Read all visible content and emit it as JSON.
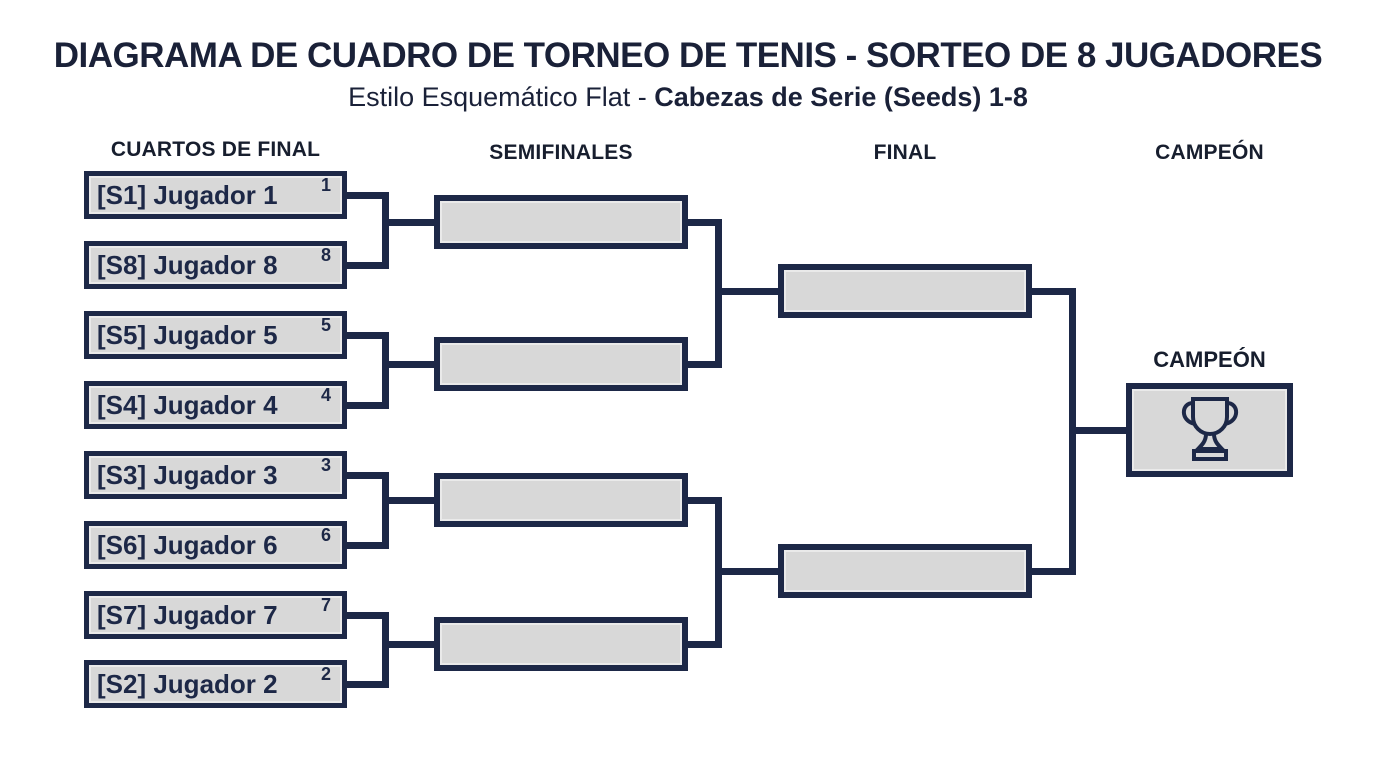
{
  "title": "DIAGRAMA DE CUADRO DE TORNEO DE TENIS - SORTEO DE 8 JUGADORES",
  "subtitle": {
    "regular": "Estilo Esquemático Flat - ",
    "bold": "Cabezas de Serie (Seeds) 1-8"
  },
  "columns": {
    "quarterfinals": "CUARTOS DE FINAL",
    "semifinals": "SEMIFINALES",
    "final": "FINAL",
    "champion": "CAMPEÓN"
  },
  "players": [
    {
      "label": "[S1] Jugador 1",
      "seed": "1"
    },
    {
      "label": "[S8] Jugador 8",
      "seed": "8"
    },
    {
      "label": "[S5] Jugador 5",
      "seed": "5"
    },
    {
      "label": "[S4] Jugador 4",
      "seed": "4"
    },
    {
      "label": "[S3] Jugador 3",
      "seed": "3"
    },
    {
      "label": "[S6] Jugador 6",
      "seed": "6"
    },
    {
      "label": "[S7] Jugador 7",
      "seed": "7"
    },
    {
      "label": "[S2] Jugador 2",
      "seed": "2"
    }
  ],
  "champion": {
    "label": "CAMPEÓN",
    "icon": "trophy-icon"
  },
  "colors": {
    "navy": "#1d2847",
    "box_fill": "#d8d8d8",
    "heading_text": "#171e2e",
    "background": "#ffffff"
  }
}
